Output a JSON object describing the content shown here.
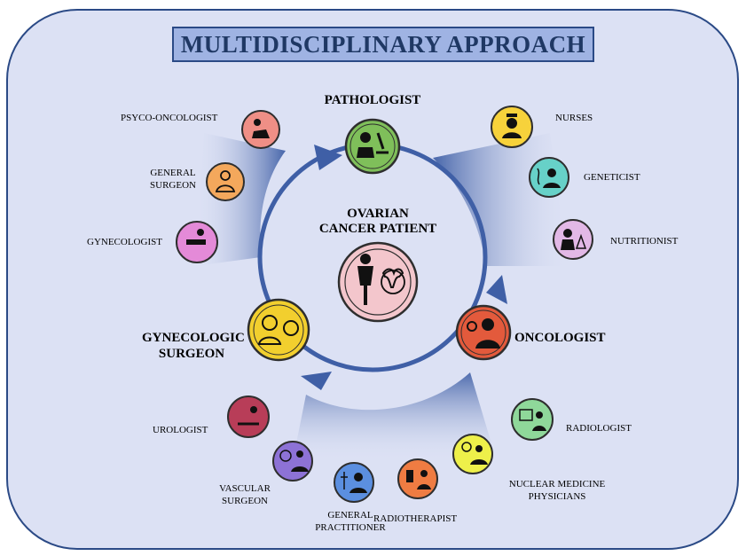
{
  "title": "MULTIDISCIPLINARY APPROACH",
  "center": {
    "line1": "OVARIAN",
    "line2": "CANCER PATIENT"
  },
  "main_roles": {
    "pathologist": "PATHOLOGIST",
    "oncologist": "ONCOLOGIST",
    "gyn_surgeon_line1": "GYNECOLOGIC",
    "gyn_surgeon_line2": "SURGEON"
  },
  "specialists": {
    "psyco_oncologist": "PSYCO-ONCOLOGIST",
    "general_surgeon_line1": "GENERAL",
    "general_surgeon_line2": "SURGEON",
    "gynecologist": "GYNECOLOGIST",
    "nurses": "NURSES",
    "geneticist": "GENETICIST",
    "nutritionist": "NUTRITIONIST",
    "radiologist": "RADIOLOGIST",
    "nuclear_line1": "NUCLEAR MEDICINE",
    "nuclear_line2": "PHYSICIANS",
    "radiotherapist": "RADIOTHERAPIST",
    "general_practitioner_line1": "GENERAL",
    "general_practitioner_line2": "PRACTITIONER",
    "vascular_line1": "VASCULAR",
    "vascular_line2": "SURGEON",
    "urologist": "UROLOGIST"
  },
  "colors": {
    "panel": "#dce1f4",
    "border": "#2b4a86",
    "ring": "#3f5fa6",
    "pathologist": "#7fbf5a",
    "oncologist": "#e35a3c",
    "gyn_surgeon": "#f2cf2e",
    "patient": "#f3c6cc",
    "psyco_oncologist": "#ef8f86",
    "general_surgeon": "#f4a85c",
    "gynecologist": "#e48ad8",
    "nurses": "#f7d23b",
    "geneticist": "#67d1c8",
    "nutritionist": "#e2b8e6",
    "radiologist": "#8fd89a",
    "nuclear": "#eef04a",
    "radiotherapist": "#ef7c42",
    "general_practitioner": "#5b8fe0",
    "vascular": "#8d72d6",
    "urologist": "#b83d58"
  }
}
